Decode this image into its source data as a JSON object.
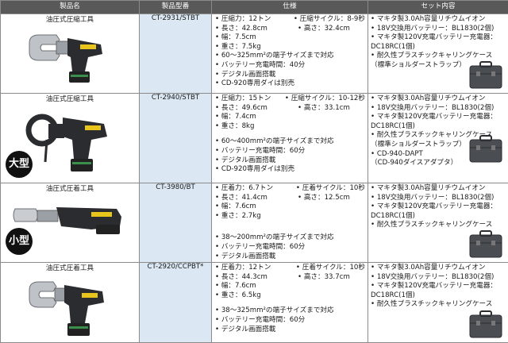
{
  "headers": {
    "name": "製品名",
    "model": "製品型番",
    "spec": "仕様",
    "set": "セット内容"
  },
  "rows": [
    {
      "name": "油圧式圧縮工具",
      "model": "CT-2931/STBT",
      "badge": "",
      "spec_pairs": [
        [
          "圧縮力：12トン",
          "圧縮サイクル：8-9秒"
        ],
        [
          "長さ：42.8cm",
          "高さ：32.4cm"
        ]
      ],
      "spec_list": [
        "幅：7.5cm",
        "重さ：7.5kg"
      ],
      "spec_extra": [
        "60～325mm²の端子サイズまで対応",
        "バッテリー充電時間：40分",
        "デジタル画面搭載",
        "CD-920専用ダイは別売"
      ],
      "set_items": [
        {
          "bullet": true,
          "text": "マキタ製3.0Ah容量リチウムイオン"
        },
        {
          "bullet": true,
          "text": "18V交換用バッテリー：BL1830(2個)"
        },
        {
          "bullet": true,
          "text": "マキタ製120V充電バッテリー充電器："
        },
        {
          "bullet": false,
          "text": "DC18RC(1個)"
        },
        {
          "bullet": true,
          "text": "耐久性プラスチックキャリングケース"
        },
        {
          "bullet": false,
          "text": "（標準ショルダーストラップ）"
        }
      ]
    },
    {
      "name": "油圧式圧縮工具",
      "model": "CT-2940/STBT",
      "badge": "大型",
      "spec_pairs": [
        [
          "圧縮力：15トン",
          "圧縮サイクル：10-12秒"
        ],
        [
          "長さ：49.6cm",
          "高さ：33.1cm"
        ]
      ],
      "spec_list": [
        "幅：7.4cm",
        "重さ：8kg"
      ],
      "spec_extra": [
        "60～400mm²の端子サイズまで対応",
        "バッテリー充電時間：60分",
        "デジタル画面搭載",
        "CD-920専用ダイは別売"
      ],
      "set_items": [
        {
          "bullet": true,
          "text": "マキタ製3.0Ah容量リチウムイオン"
        },
        {
          "bullet": true,
          "text": "18V交換用バッテリー：BL1830(2個)"
        },
        {
          "bullet": true,
          "text": "マキタ製120V充電バッテリー充電器："
        },
        {
          "bullet": false,
          "text": "DC18RC(1個)"
        },
        {
          "bullet": true,
          "text": "耐久性プラスチックキャリングケース"
        },
        {
          "bullet": false,
          "text": "（標準ショルダーストラップ）"
        },
        {
          "bullet": true,
          "text": "CD-940-DAPT"
        },
        {
          "bullet": false,
          "text": "（CD-940ダイスアダプタ）"
        }
      ]
    },
    {
      "name": "油圧式圧着工具",
      "model": "CT-3980/BT",
      "badge": "小型",
      "spec_pairs": [
        [
          "圧着力：6.7トン",
          "圧着サイクル：10秒"
        ],
        [
          "長さ：41.4cm",
          "高さ：12.5cm"
        ]
      ],
      "spec_list": [
        "幅：7.6cm",
        "重さ：2.7kg"
      ],
      "spec_extra": [
        "38～200mm²の端子サイズまで対応",
        "バッテリー充電時間：60分",
        "デジタル画面搭載"
      ],
      "set_items": [
        {
          "bullet": true,
          "text": "マキタ製3.0Ah容量リチウムイオン"
        },
        {
          "bullet": true,
          "text": "18V交換用バッテリー：BL1830(2個)"
        },
        {
          "bullet": true,
          "text": "マキタ製120V充電バッテリー充電器："
        },
        {
          "bullet": false,
          "text": "DC18RC(1個)"
        },
        {
          "bullet": true,
          "text": "耐久性プラスチックキャリングケース"
        }
      ]
    },
    {
      "name": "油圧式圧着工具",
      "model": "CT-2920/CCPBT*",
      "badge": "",
      "spec_pairs": [
        [
          "圧着力：12トン",
          "圧着サイクル：10秒"
        ],
        [
          "長さ：44.3cm",
          "高さ：33.7cm"
        ]
      ],
      "spec_list": [
        "幅：7.6cm",
        "重さ：6.5kg"
      ],
      "spec_extra": [
        "38～325mm²の端子サイズまで対応",
        "バッテリー充電時間：60分",
        "デジタル画面搭載"
      ],
      "set_items": [
        {
          "bullet": true,
          "text": "マキタ製3.0Ah容量リチウムイオン"
        },
        {
          "bullet": true,
          "text": "18V交換用バッテリー：BL1830(2個)"
        },
        {
          "bullet": true,
          "text": "マキタ製120V充電バッテリー充電器："
        },
        {
          "bullet": false,
          "text": "DC18RC(1個)"
        },
        {
          "bullet": true,
          "text": "耐久性プラスチックキャリングケース"
        }
      ]
    }
  ],
  "tool_icons": [
    "compression-tool-icon",
    "large-compression-tool-icon",
    "small-crimping-tool-icon",
    "crimping-tool-icon"
  ],
  "colors": {
    "header_bg": "#595959",
    "model_bg": "#dbe8f3",
    "badge_bg": "#111111",
    "tool_yellow": "#e8c51c",
    "case_gray": "#4a4d52"
  }
}
